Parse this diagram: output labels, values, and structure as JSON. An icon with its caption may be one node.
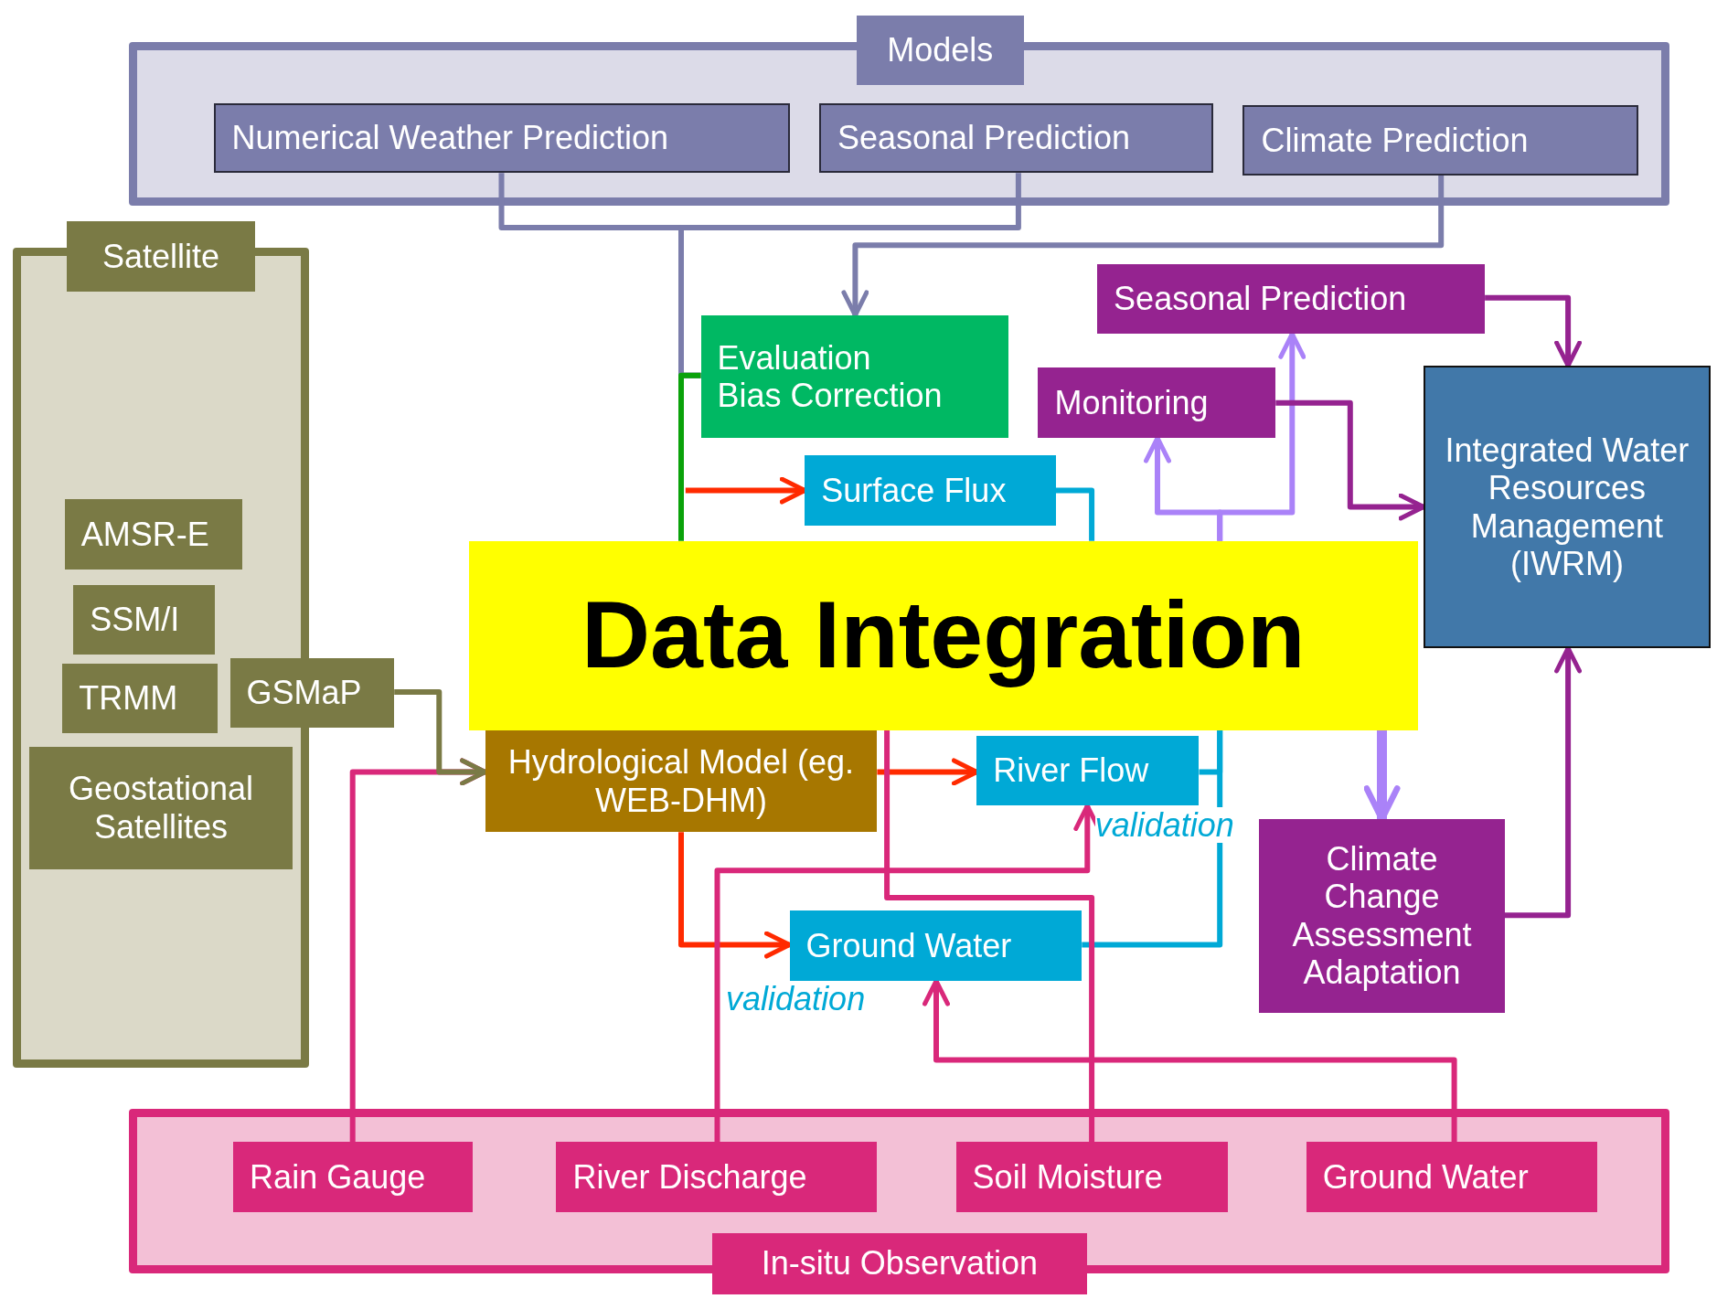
{
  "diagram": {
    "nodes": [
      {
        "text": [],
        "shape": "box"
      },
      {
        "text": [
          "Numerical Weather Prediction"
        ],
        "in": 0
      },
      {
        "text": [
          "Seasonal Prediction"
        ],
        "in": 0
      },
      {
        "text": [
          "Climate Prediction"
        ],
        "in": 0
      },
      {
        "text": [],
        "shape": "box"
      },
      {
        "text": [
          "AMSR-E"
        ],
        "in": 4
      },
      {
        "text": [
          "SSM/I"
        ],
        "in": 4
      },
      {
        "text": [
          "TRMM"
        ],
        "in": 4
      },
      {
        "text": [
          "GSMaP"
        ]
      },
      {
        "text": [
          "Geostational Satellites"
        ],
        "in": 4
      },
      {
        "text": [
          "Evaluation",
          "Bias Correction"
        ]
      },
      {
        "text": [
          "Seasonal Prediction"
        ]
      },
      {
        "text": [
          "Monitoring"
        ]
      },
      {
        "text": [
          "Surface Flux"
        ]
      },
      {
        "text": [
          "Integrated Water Resources Management (IWRM)"
        ]
      },
      {
        "text": [
          "Data Integration"
        ]
      },
      {
        "text": [
          "Hydrological Model (eg. WEB-DHM)"
        ]
      },
      {
        "text": [
          "River Flow"
        ]
      },
      {
        "text": [
          "Ground Water"
        ]
      },
      {
        "text": [
          "Climate Change Assessment Adaptation"
        ]
      },
      {
        "text": [],
        "shape": "box"
      },
      {
        "text": [
          "Rain Gauge"
        ],
        "in": 20
      },
      {
        "text": [
          "River Discharge"
        ],
        "in": 20
      },
      {
        "text": [
          "Soil Moisture"
        ],
        "in": 20
      },
      {
        "text": [
          "Ground Water"
        ],
        "in": 20
      },
      {
        "text": [
          "Models"
        ]
      },
      {
        "text": [
          "Satellite"
        ]
      },
      {
        "text": [
          "In-situ Observation"
        ]
      }
    ],
    "edges": [
      {
        "from": 1,
        "to": 10,
        "arrow": "none",
        "color": "#7b7dab"
      },
      {
        "from": 2,
        "to": 10,
        "arrow": "none",
        "color": "#7b7dab"
      },
      {
        "from": 3,
        "to": 10,
        "arrow": "to",
        "color": "#7b7dab"
      },
      {
        "from": null,
        "to": 13,
        "arrow": "to",
        "color": "#ff2a00"
      },
      {
        "from": 10,
        "to": 15,
        "arrow": "none",
        "color": "#0aa20a"
      },
      {
        "from": 16,
        "to": 17,
        "arrow": "to",
        "color": "#ff2a00"
      },
      {
        "from": 16,
        "to": 18,
        "arrow": "to",
        "color": "#ff2a00"
      },
      {
        "from": 13,
        "to": 15,
        "arrow": "none",
        "color": "#00a9d6"
      },
      {
        "from": 17,
        "to": 15,
        "arrow": "none",
        "color": "#00a9d6"
      },
      {
        "from": 18,
        "to": 15,
        "arrow": "none",
        "color": "#00a9d6"
      },
      {
        "from": 15,
        "to": 12,
        "arrow": "to",
        "color": "#aa82f8"
      },
      {
        "from": 15,
        "to": 11,
        "arrow": "to",
        "color": "#aa82f8"
      },
      {
        "from": 15,
        "to": 19,
        "arrow": "to",
        "style": "thick",
        "color": "#aa82f8"
      },
      {
        "from": 21,
        "to": 16,
        "arrow": "to"
      },
      {
        "from": 8,
        "to": 16,
        "arrow": "to",
        "color": "#7a7a45"
      },
      {
        "from": 22,
        "to": 17,
        "arrow": "to"
      },
      {
        "from": 23,
        "to": 15,
        "arrow": "none"
      },
      {
        "from": 24,
        "to": 18,
        "arrow": "to"
      },
      {
        "from": 11,
        "to": 14,
        "arrow": "to",
        "color": "#952390"
      },
      {
        "from": 12,
        "to": 14,
        "arrow": "to",
        "color": "#952390"
      },
      {
        "from": 19,
        "to": 14,
        "arrow": "to",
        "color": "#952390"
      }
    ],
    "labels": [
      "validation",
      "validation"
    ]
  }
}
